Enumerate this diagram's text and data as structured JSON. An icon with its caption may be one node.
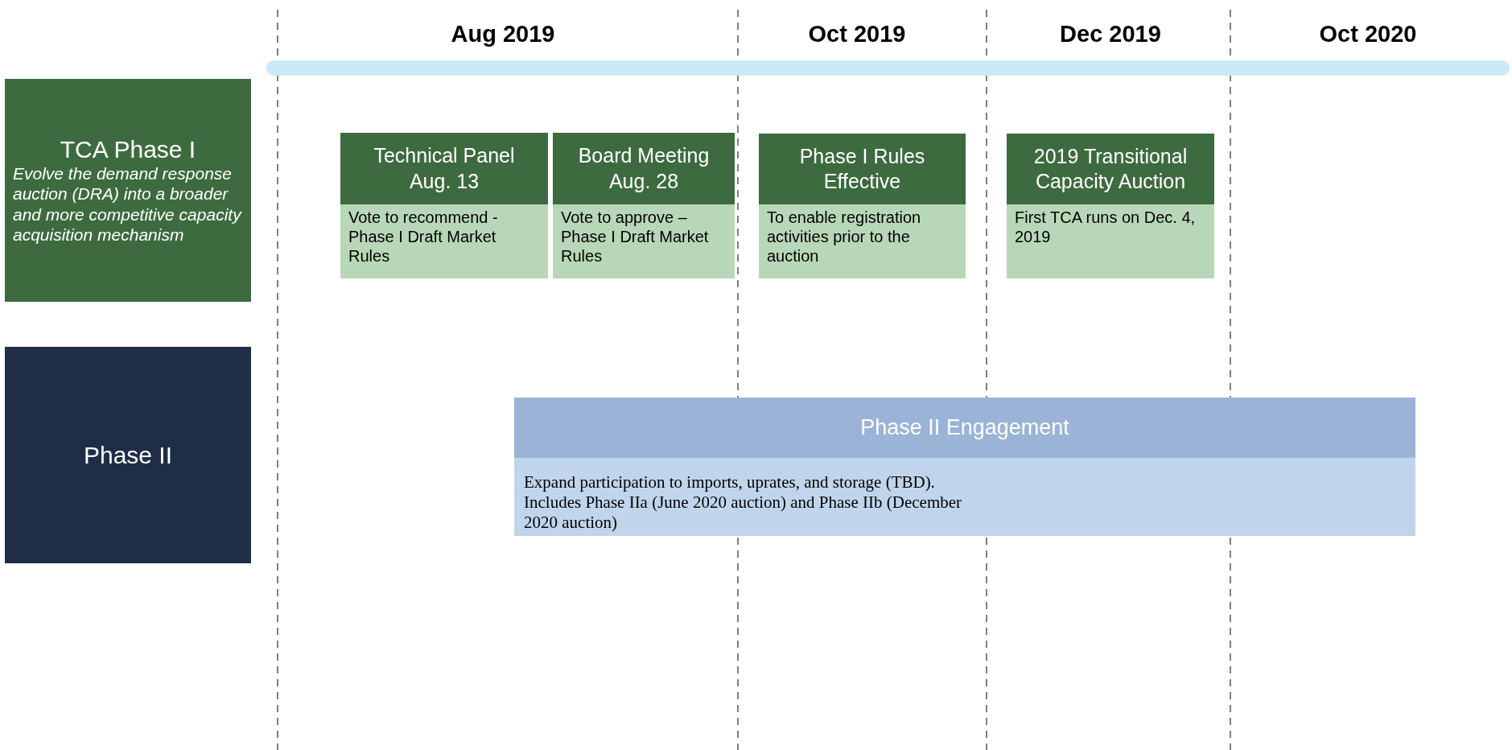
{
  "diagram": {
    "nodes": [
      {
        "text": [],
        "shape": "bar"
      },
      {
        "text": [
          "TCA Phase I",
          "Evolve the demand response auction (DRA) into a broader and more competitive capacity acquisition mechanism"
        ]
      },
      {
        "text": [
          "Technical Panel Aug. 13",
          "Vote to recommend - Phase I Draft Market Rules"
        ]
      },
      {
        "text": [
          "Board Meeting Aug. 28",
          "Vote to approve – Phase I Draft Market Rules"
        ]
      },
      {
        "text": [
          "Phase I Rules Effective",
          "To enable registration activities prior to the auction"
        ]
      },
      {
        "text": [
          "2019 Transitional Capacity Auction",
          "First TCA runs on Dec. 4, 2019"
        ]
      },
      {
        "text": [
          "Phase II"
        ]
      },
      {
        "text": [
          "Phase II Engagement",
          "Expand participation to imports, uprates, and storage (TBD). Includes Phase IIa (June 2020 auction) and Phase IIb (December 2020 auction)"
        ]
      }
    ],
    "edges": [],
    "labels": [
      "Aug 2019",
      "Oct 2019",
      "Dec 2019",
      "Oct 2020"
    ]
  }
}
